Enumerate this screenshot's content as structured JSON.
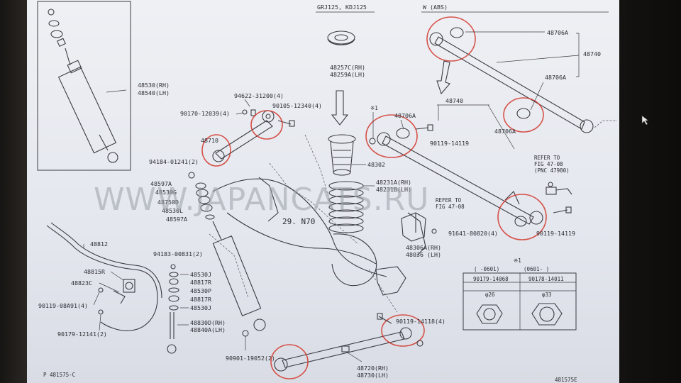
{
  "diagram": {
    "watermark": "WWW.JAPANCATS.RU",
    "corner_left": "P 481575-C",
    "corner_right": "481575E",
    "headers": {
      "grj": "GRJ125, KDJ125",
      "w_abs": "W (ABS)"
    },
    "cursor_icon": "mouse-pointer-icon",
    "labels": {
      "p48530": "48530(RH)",
      "p48540": "48540(LH)",
      "p94622": "94622-31200(4)",
      "p90105": "90105-12340(4)",
      "p90170": "90170-12039(4)",
      "p48710": "48710",
      "p94184": "94184-01241(2)",
      "p48597a_1": "48597A",
      "p48530g": "48530G",
      "p48750d": "48750D",
      "p48530l": "48530L",
      "p48597a_2": "48597A",
      "p48257c": "48257C(RH)",
      "p48259a": "48259A(LH)",
      "p48302": "48302",
      "p48231a": "48231A(RH)",
      "p48231b": "48231B(LH)",
      "pnote1": "※1",
      "p48706a_l": "48706A",
      "p48740_m": "48740",
      "p90119_14119a": "90119-14119",
      "p48706a_t": "48706A",
      "p48740_r": "48740",
      "p48706a_r": "48706A",
      "p48706a_b": "48706A",
      "refer1_line1": "REFER TO",
      "refer1_line2": "FIG 47-08",
      "refer1_line3": "(PNC 47980)",
      "refer2_line1": "REFER TO",
      "refer2_line2": "FIG 47-08",
      "p90119_14119b": "90119-14119",
      "p91641": "91641-80820(4)",
      "p48306a": "48306A(RH)",
      "p48036": "48036 (LH)",
      "p48812": "48812",
      "p48815r": "48815R",
      "p48823c": "48823C",
      "p90119_08a91": "90119-08A91(4)",
      "p90179": "90179-12141(2)",
      "p94183": "94183-00831(2)",
      "p48530j_1": "48530J",
      "p48817r_1": "48817R",
      "p48530p": "48530P",
      "p48817r_2": "48817R",
      "p48530j_2": "48530J",
      "p48830d": "48830D(RH)",
      "p48840a": "48840A(LH)",
      "p90901": "90901-19052(2)",
      "p90119_14118": "90119-14118(4)",
      "p48720": "48720(RH)",
      "p48730": "48730(LH)",
      "p_axle": "29. N70"
    },
    "table": {
      "note": "※1",
      "col1_head": "(  -0601)",
      "col2_head": "(0601-  )",
      "col1_part": "90179-14068",
      "col2_part": "90178-14011",
      "col1_size": "φ26",
      "col2_size": "φ33"
    }
  }
}
